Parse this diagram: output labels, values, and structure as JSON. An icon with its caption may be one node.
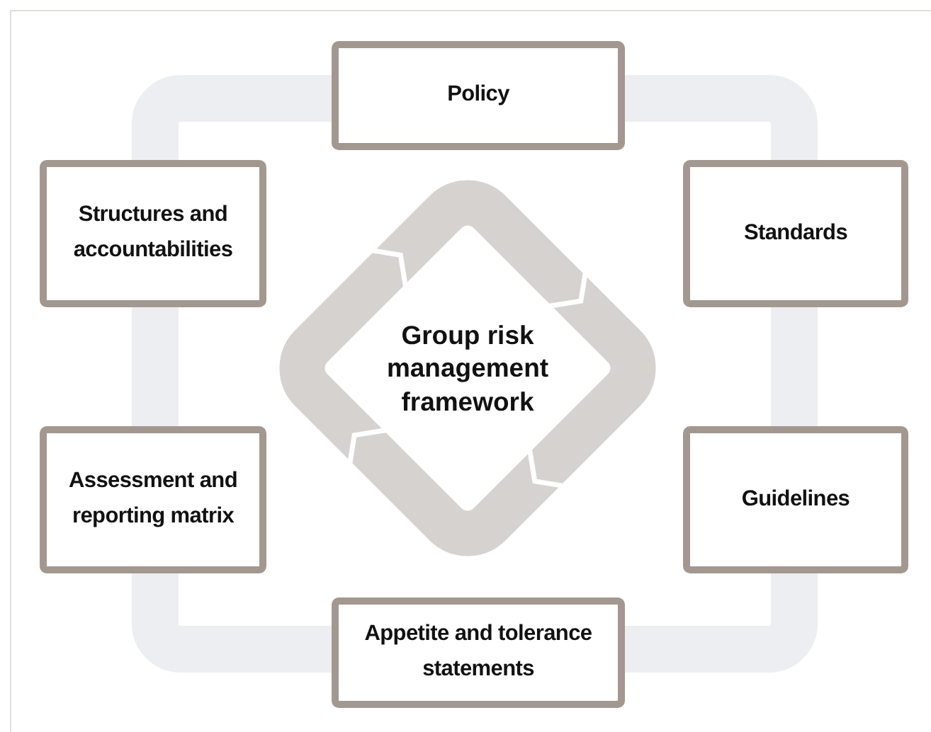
{
  "diagram": {
    "nodes": [
      {
        "text": [
          "Policy"
        ]
      },
      {
        "text": [
          "Structures and accountabilities"
        ]
      },
      {
        "text": [
          "Standards"
        ]
      },
      {
        "text": [
          "Group risk management framework"
        ]
      },
      {
        "text": [
          "Assessment and reporting matrix"
        ]
      },
      {
        "text": [
          "Guidelines"
        ]
      },
      {
        "text": [
          "Appetite and tolerance statements"
        ]
      }
    ]
  }
}
